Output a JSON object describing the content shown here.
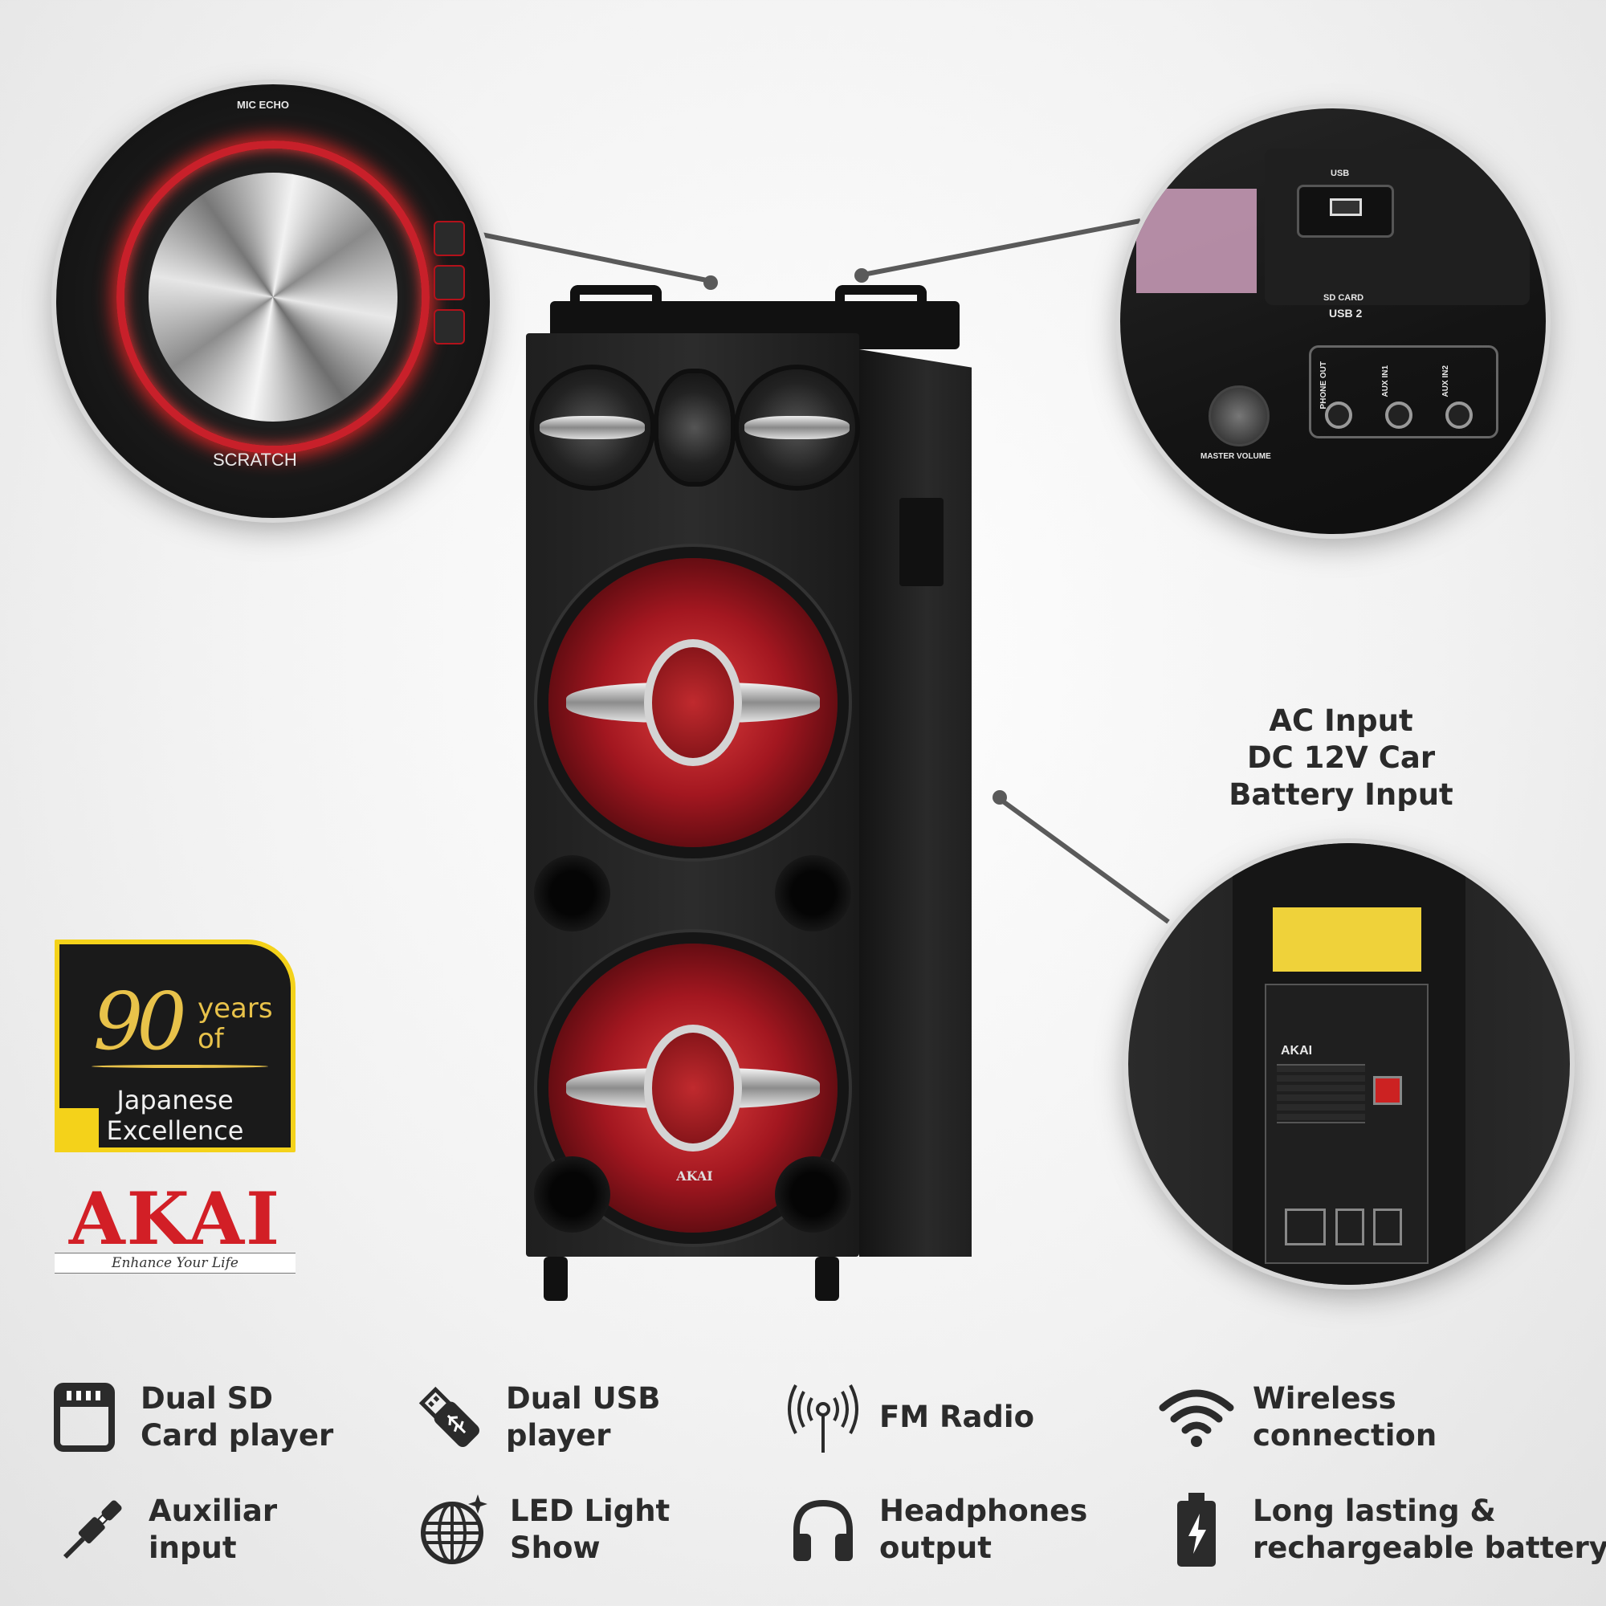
{
  "callouts": {
    "scratch_labels": {
      "top": "MIC ECHO",
      "bottom": "SCRATCH"
    },
    "usb_labels": {
      "usb": "USB",
      "sd": "SD CARD",
      "usb2": "USB 2",
      "phone": "PHONE OUT",
      "aux1": "AUX IN1",
      "aux2": "AUX IN2",
      "master": "MASTER VOLUME"
    },
    "back_labels": {
      "brand": "AKAI"
    },
    "ac_input": [
      "AC Input",
      "DC 12V Car",
      "Battery Input"
    ]
  },
  "speaker": {
    "brand": "AKAI"
  },
  "brand_logo": {
    "number": "90",
    "years": "years",
    "of": "of",
    "line1": "Japanese",
    "line2": "Excellence",
    "wordmark": "AKAI",
    "tagline": "Enhance Your Life"
  },
  "features": [
    {
      "icon": "sd-card-icon",
      "lines": [
        "Dual SD",
        "Card player"
      ]
    },
    {
      "icon": "usb-stick-icon",
      "lines": [
        "Dual USB",
        "player"
      ]
    },
    {
      "icon": "radio-antenna-icon",
      "lines": [
        "FM Radio"
      ]
    },
    {
      "icon": "wifi-icon",
      "lines": [
        "Wireless",
        "connection"
      ]
    },
    {
      "icon": "aux-jack-icon",
      "lines": [
        "Auxiliar",
        "input"
      ]
    },
    {
      "icon": "disco-ball-icon",
      "lines": [
        "LED Light",
        "Show"
      ]
    },
    {
      "icon": "headphones-icon",
      "lines": [
        "Headphones",
        "output"
      ]
    },
    {
      "icon": "battery-icon",
      "lines": [
        "Long lasting &",
        "rechargeable battery"
      ]
    }
  ],
  "colors": {
    "accent_red": "#d21f26",
    "logo_gold": "#f4d21a",
    "text_dark": "#2b2b2b"
  }
}
